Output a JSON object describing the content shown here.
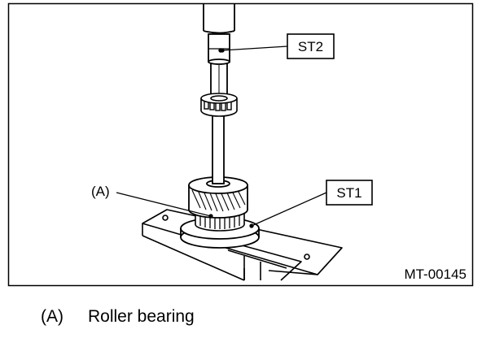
{
  "callouts": {
    "st2": "ST2",
    "st1": "ST1",
    "a": "(A)"
  },
  "figure_id": "MT-00145",
  "legend": [
    {
      "key": "(A)",
      "text": "Roller bearing"
    }
  ],
  "colors": {
    "line": "#000000",
    "background": "#ffffff"
  }
}
